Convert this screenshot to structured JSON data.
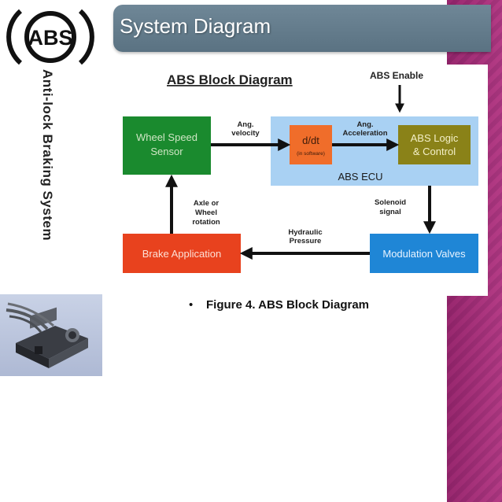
{
  "slide": {
    "title": "System Diagram",
    "side_title": "Anti-lock Braking System",
    "logo_text": "ABS",
    "caption": "Figure 4. ABS Block Diagram",
    "colors": {
      "title_bar": "#607a8a",
      "accent_strip": "#b0317f"
    }
  },
  "diagram": {
    "heading": "ABS Block Diagram",
    "abs_enable": "ABS Enable",
    "ecu_label": "ABS ECU",
    "blocks": {
      "wheel_speed_line1": "Wheel Speed",
      "wheel_speed_line2": "Sensor",
      "ddt": "d/dt",
      "ddt_sub": "(in software)",
      "logic_line1": "ABS Logic",
      "logic_line2": "& Control",
      "brake": "Brake Application",
      "modulation": "Modulation Valves"
    },
    "labels": {
      "ang_velocity_1": "Ang.",
      "ang_velocity_2": "velocity",
      "ang_accel_1": "Ang.",
      "ang_accel_2": "Acceleration",
      "solenoid_1": "Solenoid",
      "solenoid_2": "signal",
      "hydraulic_1": "Hydraulic",
      "hydraulic_2": "Pressure",
      "axle_1": "Axle or",
      "axle_2": "Wheel",
      "axle_3": "rotation"
    },
    "colors": {
      "green": "#1a8a2e",
      "orange": "#f06d2a",
      "olive": "#8a8218",
      "red": "#e8421e",
      "blue": "#1f86d6",
      "ecu_bg": "#a9d1f3"
    }
  }
}
